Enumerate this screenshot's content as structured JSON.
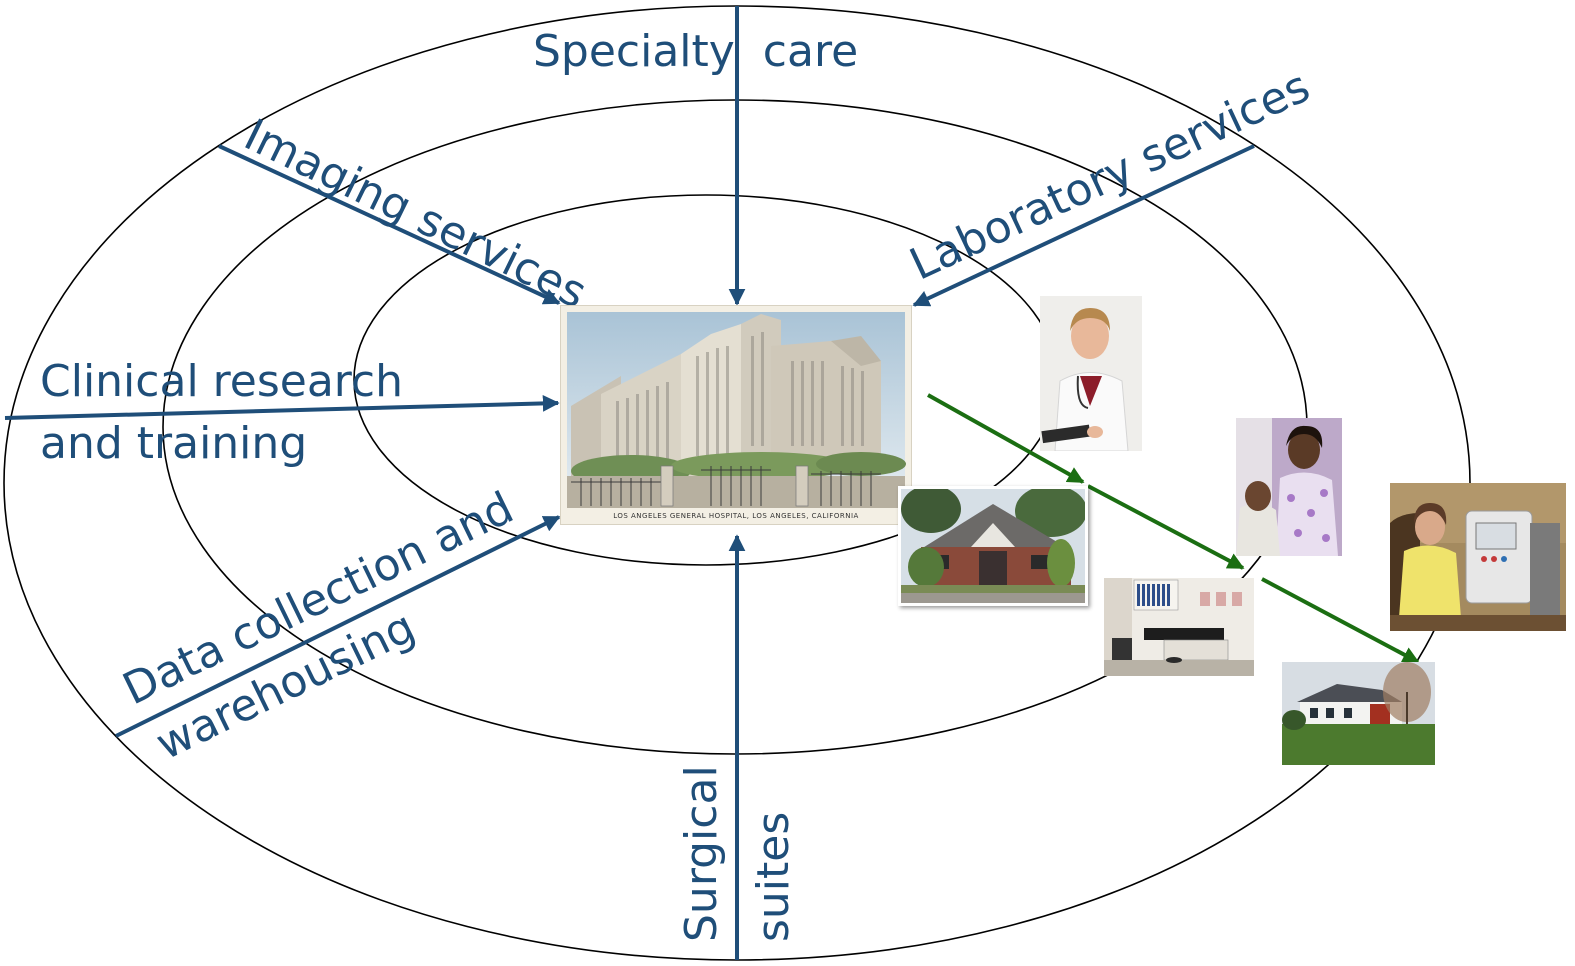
{
  "labels": {
    "specialty_care": "Specialty  care",
    "imaging_services": "Imaging services",
    "laboratory_services": "Laboratory services",
    "clinical_research_line1": "Clinical research",
    "clinical_research_line2": "and training",
    "data_collection_line1": "Data collection and",
    "data_collection_line2": "warehousing",
    "surgical_line1": "Surgical",
    "surgical_line2": "suites"
  },
  "hospital": {
    "caption": "LOS ANGELES GENERAL HOSPITAL, LOS ANGELES, CALIFORNIA"
  },
  "colors": {
    "label_text": "#1f4e79",
    "inbound_arrow": "#1f4e79",
    "outbound_arrow": "#1b6e12",
    "ring": "#000000"
  },
  "images": [
    "hospital-postcard",
    "doctor-with-clipboard",
    "clinic-building",
    "nurse-with-patient",
    "exam-room",
    "elderly-woman-with-dialysis-machine",
    "suburban-house"
  ]
}
